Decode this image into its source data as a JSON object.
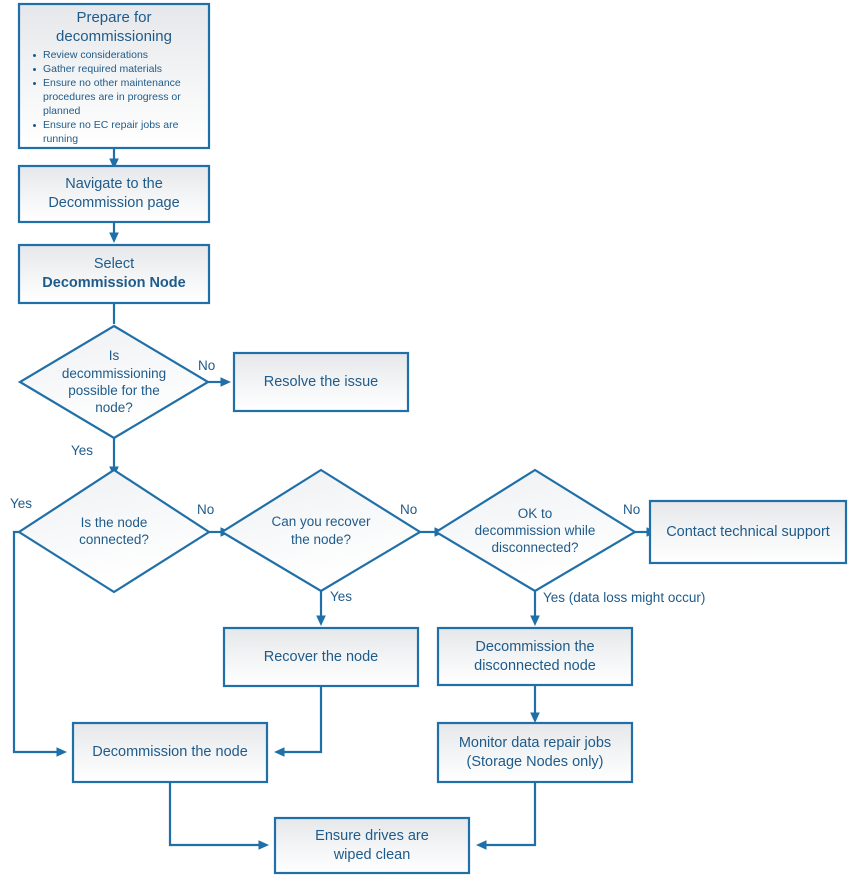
{
  "diagram": {
    "title": "Node decommissioning decision flowchart",
    "colors": {
      "stroke": "#1F6FA8",
      "text": "#1F5B8A",
      "fill_top": "#E9EAEC",
      "fill_bottom": "#FFFFFF"
    }
  },
  "nodes": {
    "prepare": {
      "label": "Prepare for decommissioning",
      "line1": "Prepare for",
      "line2": "decommissioning",
      "bullets": [
        "Review considerations",
        "Gather required materials",
        "Ensure no other maintenance procedures are in progress or planned",
        "Ensure no EC repair jobs are running"
      ]
    },
    "navigate": {
      "line1": "Navigate to the",
      "line2": "Decommission page"
    },
    "select": {
      "line1": "Select",
      "line2": "Decommission Node"
    },
    "decision_possible": {
      "line1": "Is",
      "line2": "decommissioning",
      "line3": "possible for the",
      "line4": "node?"
    },
    "resolve": {
      "line1": "Resolve the issue"
    },
    "decision_connected": {
      "line1": "Is the node",
      "line2": "connected?"
    },
    "decision_recover": {
      "line1": "Can you recover",
      "line2": "the node?"
    },
    "decision_ok_disconnected": {
      "line1": "OK to",
      "line2": "decommission while",
      "line3": "disconnected?"
    },
    "contact_support": {
      "line1": "Contact technical support"
    },
    "recover_node": {
      "line1": "Recover the node"
    },
    "decommission_disconnected": {
      "line1": "Decommission the",
      "line2": "disconnected node"
    },
    "decommission_node": {
      "line1": "Decommission the node"
    },
    "monitor_repair": {
      "line1": "Monitor data repair jobs",
      "line2": "(Storage Nodes only)"
    },
    "ensure_wiped": {
      "line1": "Ensure drives are",
      "line2": "wiped clean"
    }
  },
  "edge_labels": {
    "possible_no": "No",
    "possible_yes": "Yes",
    "connected_yes": "Yes",
    "connected_no": "No",
    "recover_no": "No",
    "recover_yes": "Yes",
    "ok_no": "No",
    "ok_yes": "Yes (data loss might occur)"
  }
}
